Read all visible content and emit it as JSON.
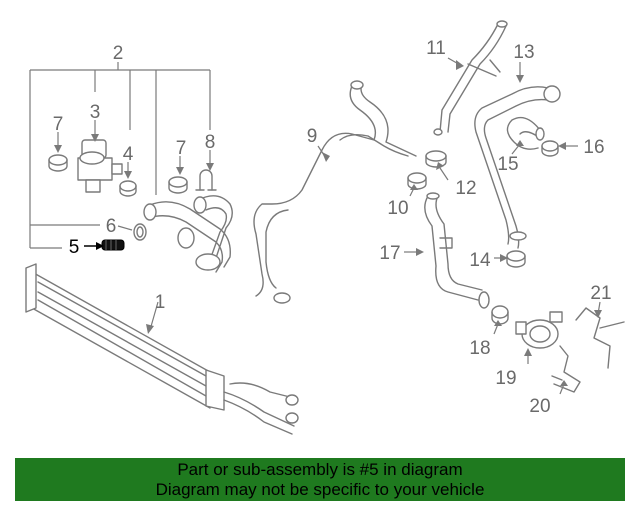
{
  "callouts": {
    "c1": "1",
    "c2": "2",
    "c3": "3",
    "c4": "4",
    "c5": "5",
    "c6": "6",
    "c7a": "7",
    "c7b": "7",
    "c8": "8",
    "c9": "9",
    "c10": "10",
    "c11": "11",
    "c12": "12",
    "c13": "13",
    "c14": "14",
    "c15": "15",
    "c16": "16",
    "c17": "17",
    "c18": "18",
    "c19": "19",
    "c20": "20",
    "c21": "21"
  },
  "highlighted_part": "5",
  "banner": {
    "line1": "Part or sub-assembly is #5 in diagram",
    "line2": "Diagram may not be specific to your vehicle",
    "background": "#1f7a1f"
  },
  "colors": {
    "line": "#7a7a7a",
    "highlight": "#000000"
  }
}
